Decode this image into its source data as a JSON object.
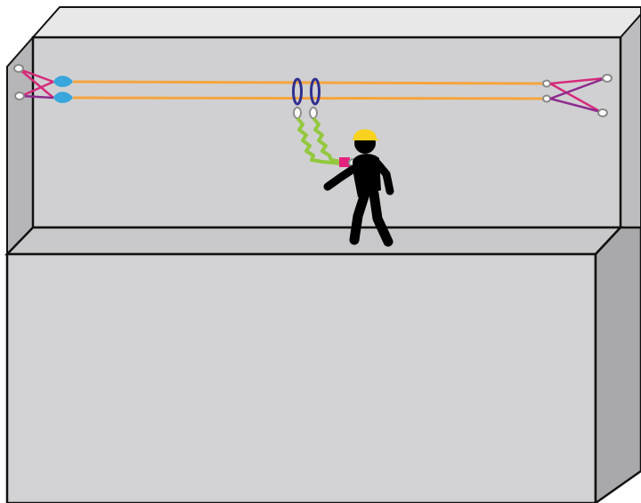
{
  "diagram": {
    "subject": "worker-on-ledge-with-double-lanyard-on-horizontal-lifelines",
    "colors": {
      "background": "#ffffff",
      "wall_front": "#d0d0d2",
      "wall_side": "#b7b7b9",
      "wall_top": "#e7e7e8",
      "ledge_front": "#d3d3d5",
      "ledge_top": "#c9c9cb",
      "outline": "#111111",
      "lifeline": "#f5a43c",
      "tensioner": "#39a6dc",
      "sling_pink": "#d62a7a",
      "sling_purple": "#8e2a8e",
      "ring": "#2e2f8f",
      "lanyard": "#93c83e",
      "connector": "#e2227d",
      "helmet": "#f8d21c",
      "worker": "#000000",
      "metal": "#8d8d8d"
    },
    "icons": [
      "helmet-icon",
      "worker-figure",
      "ring-connector-icon",
      "tensioner-icon",
      "anchor-sling-icon",
      "carabiner-icon"
    ],
    "lifelines": 2,
    "lanyard_legs": 2
  }
}
